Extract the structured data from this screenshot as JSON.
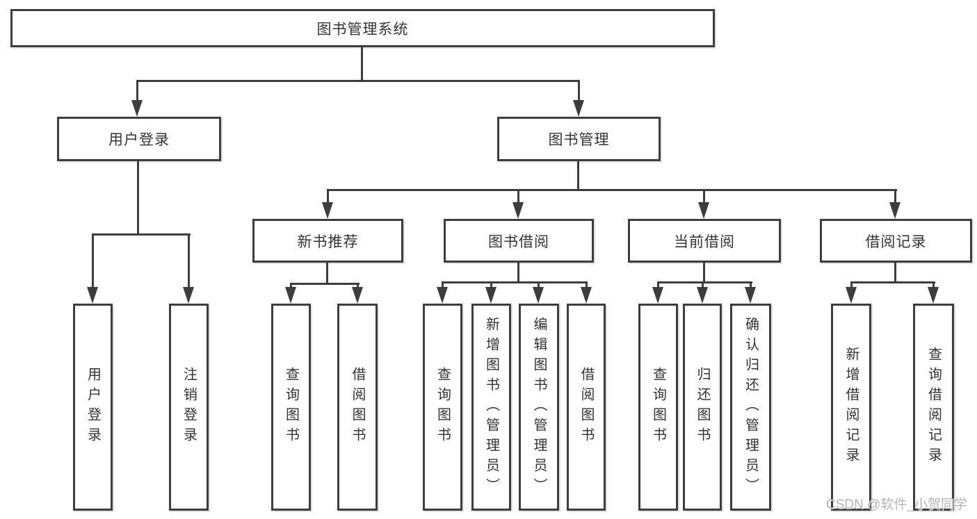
{
  "diagram_title": "图书管理系统",
  "tree": {
    "label": "图书管理系统",
    "children": [
      {
        "label": "用户登录",
        "children": [
          {
            "label": "用户登录"
          },
          {
            "label": "注销登录"
          }
        ]
      },
      {
        "label": "图书管理",
        "children": [
          {
            "label": "新书推荐",
            "children": [
              {
                "label": "查询图书"
              },
              {
                "label": "借阅图书"
              }
            ]
          },
          {
            "label": "图书借阅",
            "children": [
              {
                "label": "查询图书"
              },
              {
                "label": "新增图书（管理员）"
              },
              {
                "label": "编辑图书（管理员）"
              },
              {
                "label": "借阅图书"
              }
            ]
          },
          {
            "label": "当前借阅",
            "children": [
              {
                "label": "查询图书"
              },
              {
                "label": "归还图书"
              },
              {
                "label": "确认归还（管理员）"
              }
            ]
          },
          {
            "label": "借阅记录",
            "children": [
              {
                "label": "新增借阅记录"
              },
              {
                "label": "查询借阅记录"
              }
            ]
          }
        ]
      }
    ]
  },
  "watermark": {
    "text": "CSDN @软件_小贺同学"
  },
  "colors": {
    "line": "#3d3d3d",
    "text": "#333333",
    "watermark": "#b4b4b4",
    "background": "#ffffff"
  }
}
